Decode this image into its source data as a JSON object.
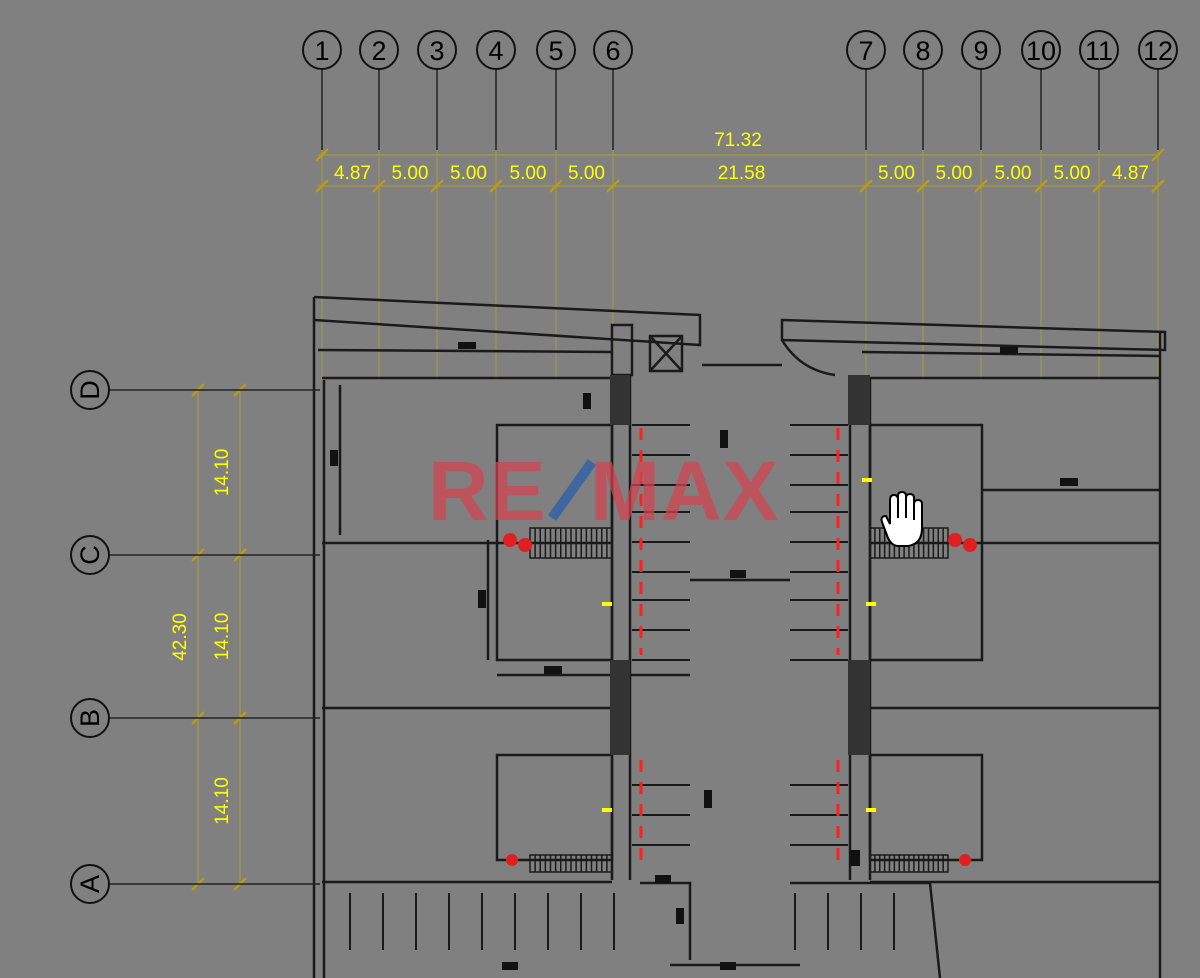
{
  "plan": {
    "column_axes": [
      "1",
      "2",
      "3",
      "4",
      "5",
      "6",
      "7",
      "8",
      "9",
      "10",
      "11",
      "12"
    ],
    "row_axes": [
      "D",
      "C",
      "B",
      "A"
    ],
    "top_total": "71.32",
    "top_spans": [
      "4.87",
      "5.00",
      "5.00",
      "5.00",
      "5.00",
      "21.58",
      "5.00",
      "5.00",
      "5.00",
      "5.00",
      "4.87"
    ],
    "side_total": "42.30",
    "side_spans": [
      "14.10",
      "14.10",
      "14.10"
    ]
  },
  "watermark": {
    "left": "RE",
    "right": "MAX"
  },
  "colors": {
    "background": "#808080",
    "linework": "#1a1a1a",
    "dimension": "#ffff00",
    "dimension_line": "#a89a3a",
    "parking": "#ff2020",
    "watermark": "#d4424f",
    "watermark_slash": "#2f5fa8"
  },
  "icons": {
    "cursor": "hand-cursor-icon"
  }
}
